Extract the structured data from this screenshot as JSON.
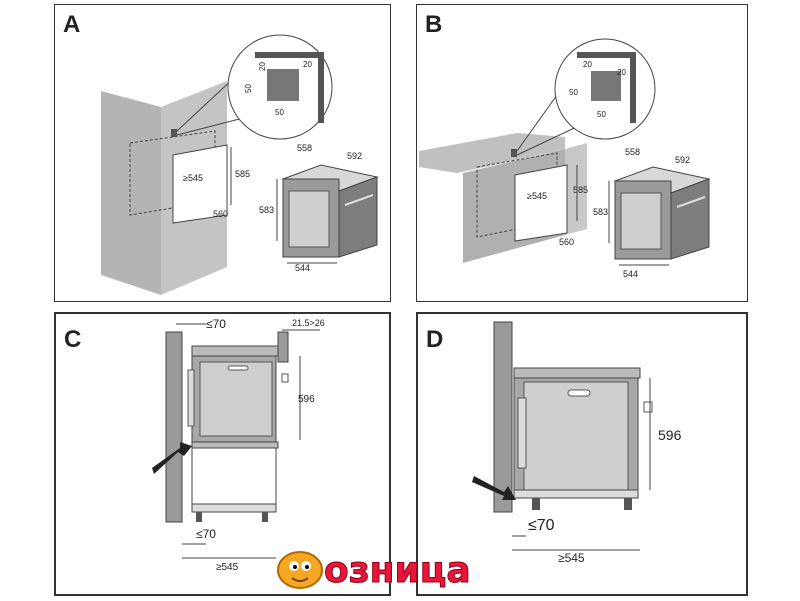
{
  "panels": {
    "a": {
      "letter": "A",
      "detail": {
        "d20a": "20",
        "d20b": "20",
        "d50a": "50",
        "d50b": "50"
      },
      "niche": {
        "w545": "≥545",
        "h585": "585",
        "d560": "560"
      },
      "oven": {
        "d558": "558",
        "d592": "592",
        "h583": "583",
        "w544": "544"
      }
    },
    "b": {
      "letter": "B",
      "detail": {
        "d20a": "20",
        "d20b": "20",
        "d50a": "50",
        "d50b": "50"
      },
      "niche": {
        "w545": "≥545",
        "h585": "585",
        "d560": "560"
      },
      "oven": {
        "d558": "558",
        "d592": "592",
        "h583": "583",
        "w544": "544"
      }
    },
    "c": {
      "letter": "C",
      "top_gap": "≤70",
      "top_range": "21.5>26",
      "height": "596",
      "bottom_gap": "≤70",
      "depth": "≥545"
    },
    "d": {
      "letter": "D",
      "height": "596",
      "bottom_gap": "≤70",
      "depth": "≥545"
    }
  },
  "logo": {
    "text": "озница",
    "colors": {
      "text": "#e8173a",
      "mascot": "#f5a623"
    }
  },
  "colors": {
    "frame": "#333333",
    "wall": "#b4b4b4",
    "oven": "#8f8f8f",
    "window": "#cfcfcf"
  }
}
